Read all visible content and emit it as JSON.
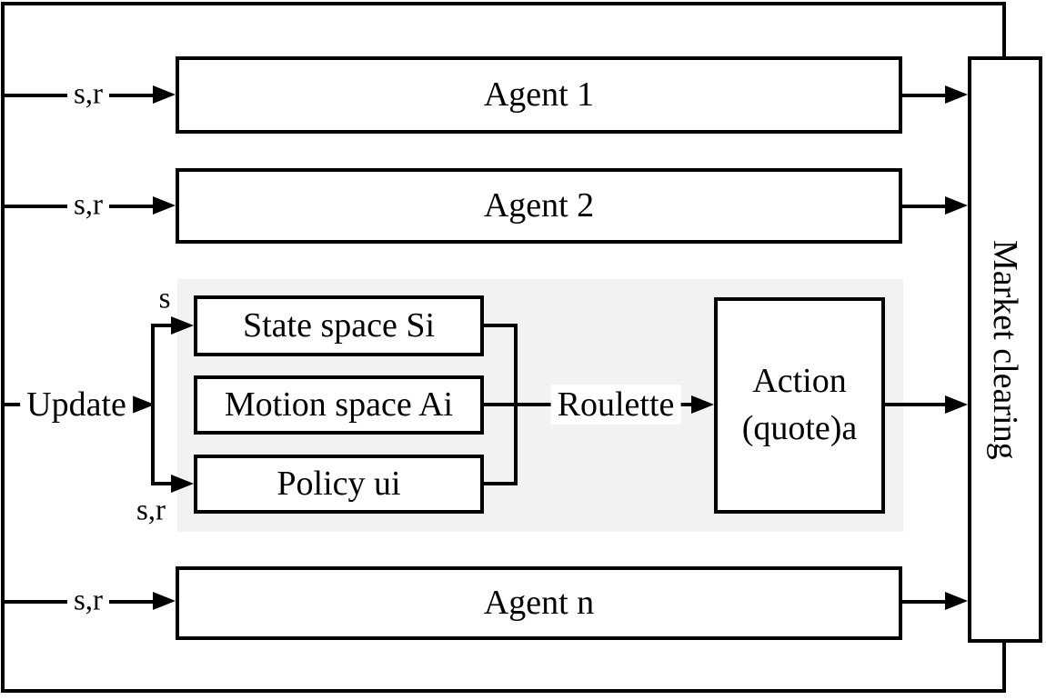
{
  "agents": [
    {
      "label": "Agent 1",
      "input_label": "s,r"
    },
    {
      "label": "Agent 2",
      "input_label": "s,r"
    },
    {
      "label": "Agent n",
      "input_label": "s,r"
    }
  ],
  "learning_module": {
    "state_space_label": "State space Si",
    "motion_space_label": "Motion space Ai",
    "policy_label": "Policy ui",
    "state_input_label": "s",
    "policy_input_label": "s,r",
    "update_label": "Update",
    "roulette_label": "Roulette",
    "action_line1": "Action",
    "action_line2": "(quote)a"
  },
  "market": {
    "label": "Market clearing"
  },
  "colors": {
    "line": "#000000",
    "panel_bg": "#f2f2f2",
    "canvas_bg": "#ffffff",
    "box_bg": "#ffffff"
  }
}
